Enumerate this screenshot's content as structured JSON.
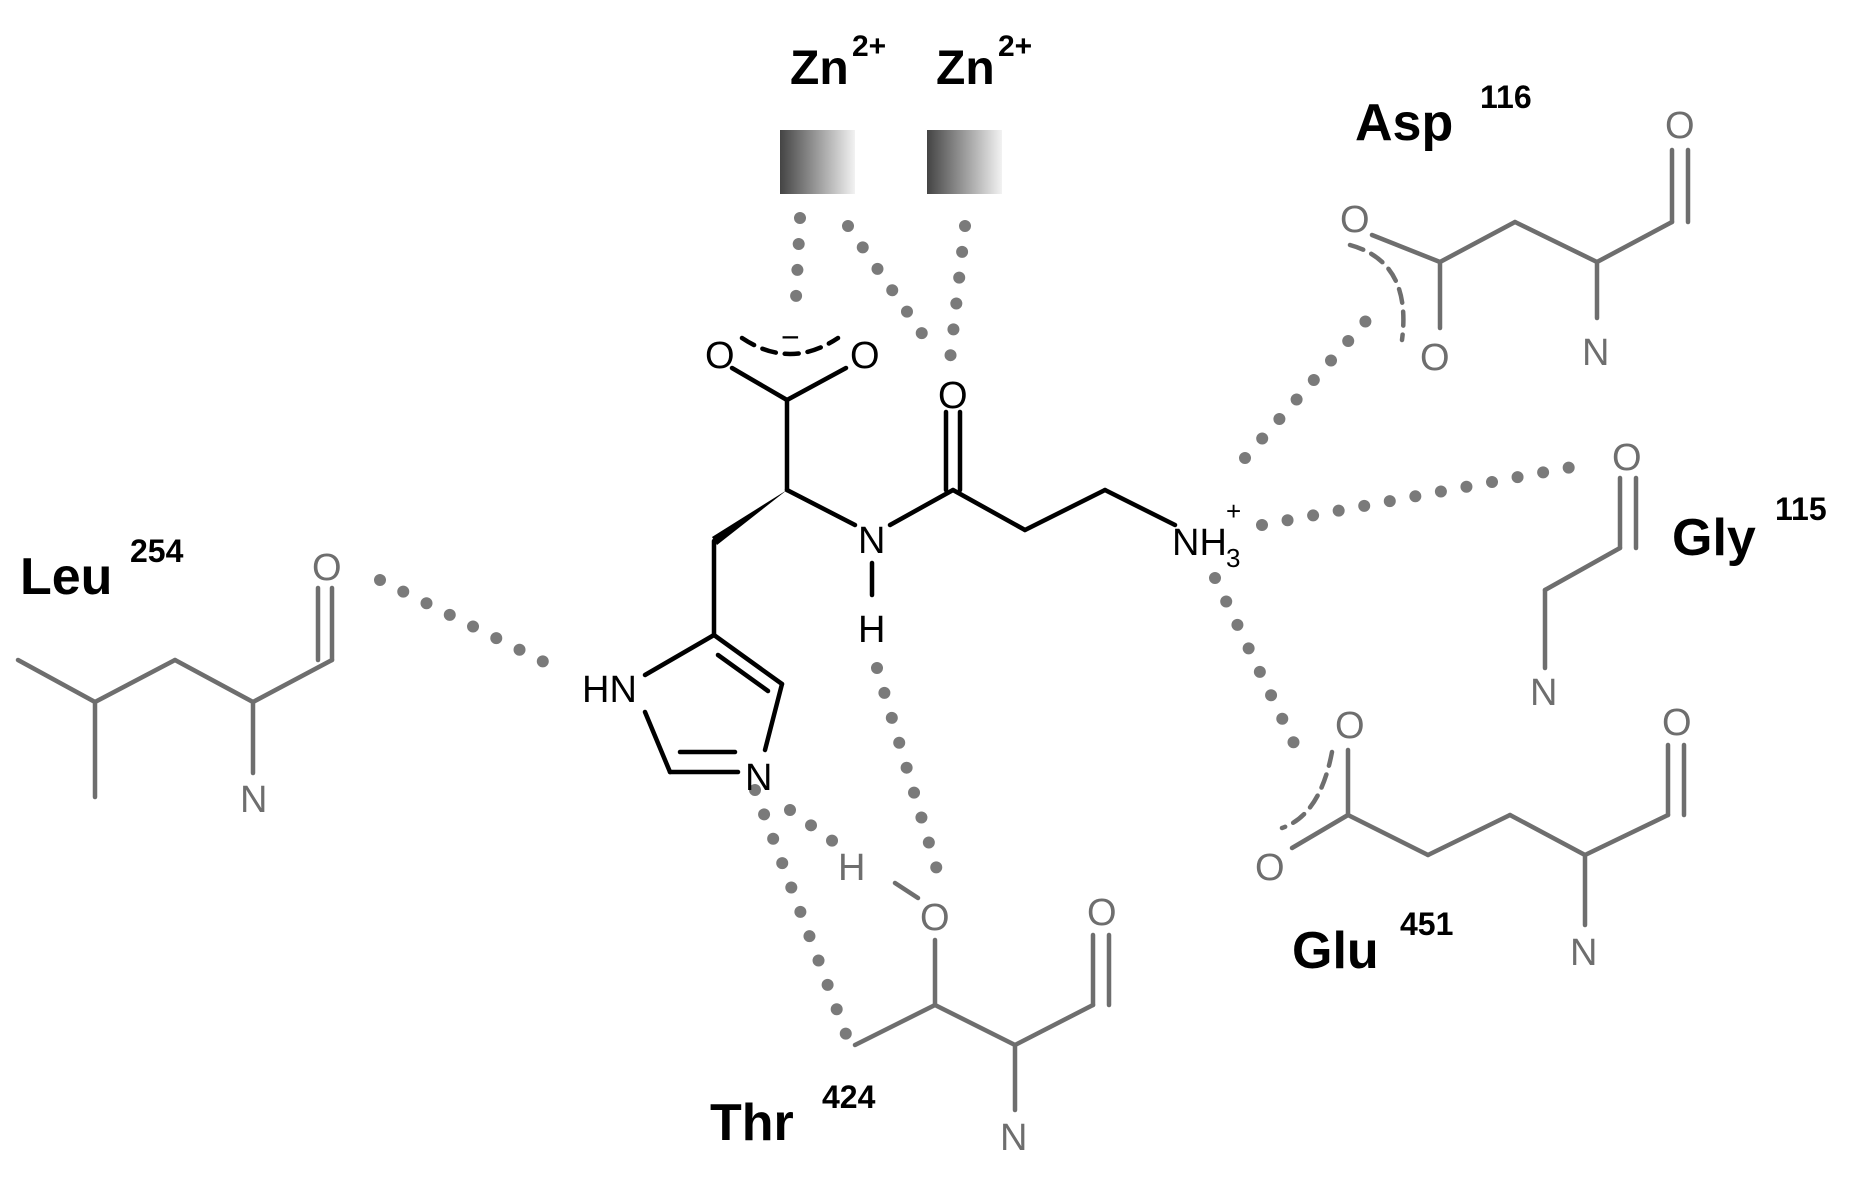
{
  "residues": {
    "asp": {
      "name": "Asp",
      "num": "116"
    },
    "gly": {
      "name": "Gly",
      "num": "115"
    },
    "glu": {
      "name": "Glu",
      "num": "451"
    },
    "leu": {
      "name": "Leu",
      "num": "254"
    },
    "thr": {
      "name": "Thr",
      "num": "424"
    }
  },
  "metals": [
    {
      "symbol": "Zn",
      "charge": "2+"
    },
    {
      "symbol": "Zn",
      "charge": "2+"
    }
  ],
  "ligand_atoms": {
    "o_left": "O",
    "o_right": "O",
    "minus": "−",
    "amide_o": "O",
    "amide_n": "N",
    "amide_h": "H",
    "ring_hn": "HN",
    "ring_n": "N",
    "amine": "NH",
    "amine_sub": "3",
    "amine_sup": "+"
  },
  "protein_atoms": {
    "asp_o_top": "O",
    "asp_o_c1": "O",
    "asp_o_c2": "O",
    "asp_n": "N",
    "gly_o": "O",
    "gly_n": "N",
    "glu_o_c1": "O",
    "glu_o_c2": "O",
    "glu_o_top": "O",
    "glu_n": "N",
    "leu_o": "O",
    "leu_n": "N",
    "thr_h": "H",
    "thr_o": "O",
    "thr_o_top": "O",
    "thr_n": "N"
  },
  "colors": {
    "ligand": "#000000",
    "protein": "#6e6e6e",
    "hbond": "#7a7a7a"
  }
}
